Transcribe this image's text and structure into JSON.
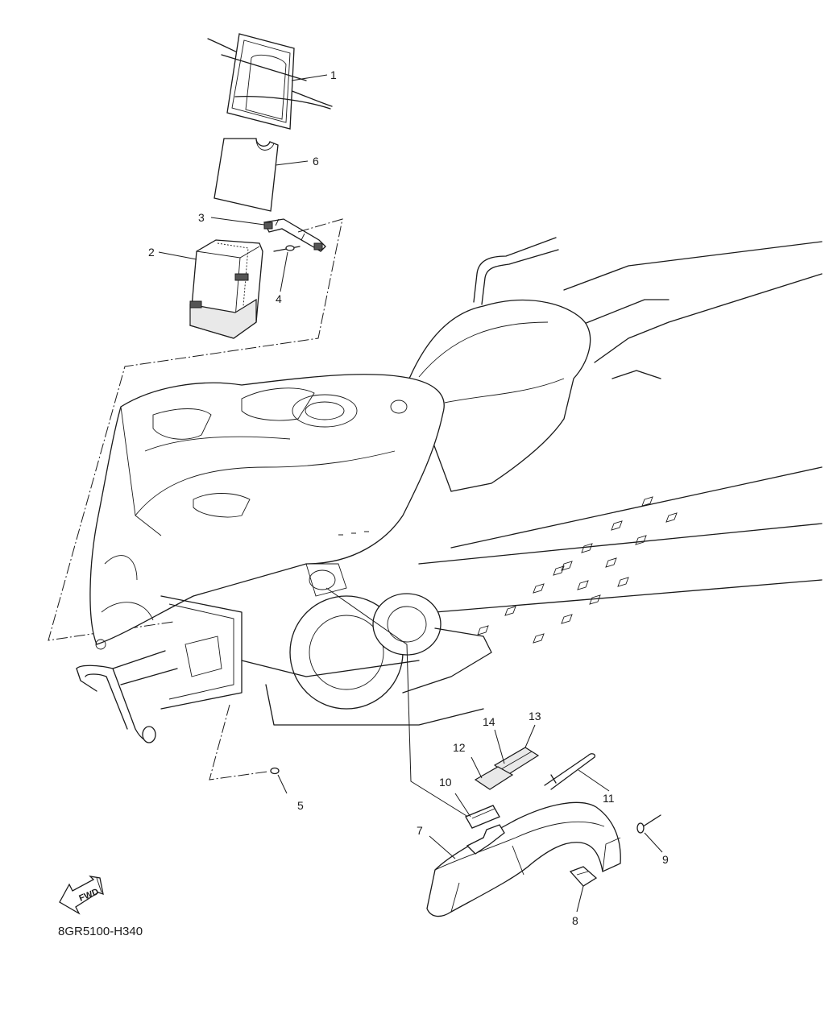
{
  "diagram": {
    "code": "8GR5100-H340",
    "fwd_label": "FWD",
    "callouts": [
      {
        "id": "c1",
        "label": "1"
      },
      {
        "id": "c2",
        "label": "2"
      },
      {
        "id": "c3",
        "label": "3"
      },
      {
        "id": "c4",
        "label": "4"
      },
      {
        "id": "c5",
        "label": "5"
      },
      {
        "id": "c6",
        "label": "6"
      },
      {
        "id": "c7",
        "label": "7"
      },
      {
        "id": "c8",
        "label": "8"
      },
      {
        "id": "c9",
        "label": "9"
      },
      {
        "id": "c10",
        "label": "10"
      },
      {
        "id": "c11",
        "label": "11"
      },
      {
        "id": "c12",
        "label": "12"
      },
      {
        "id": "c13",
        "label": "13"
      },
      {
        "id": "c14",
        "label": "14"
      }
    ]
  }
}
